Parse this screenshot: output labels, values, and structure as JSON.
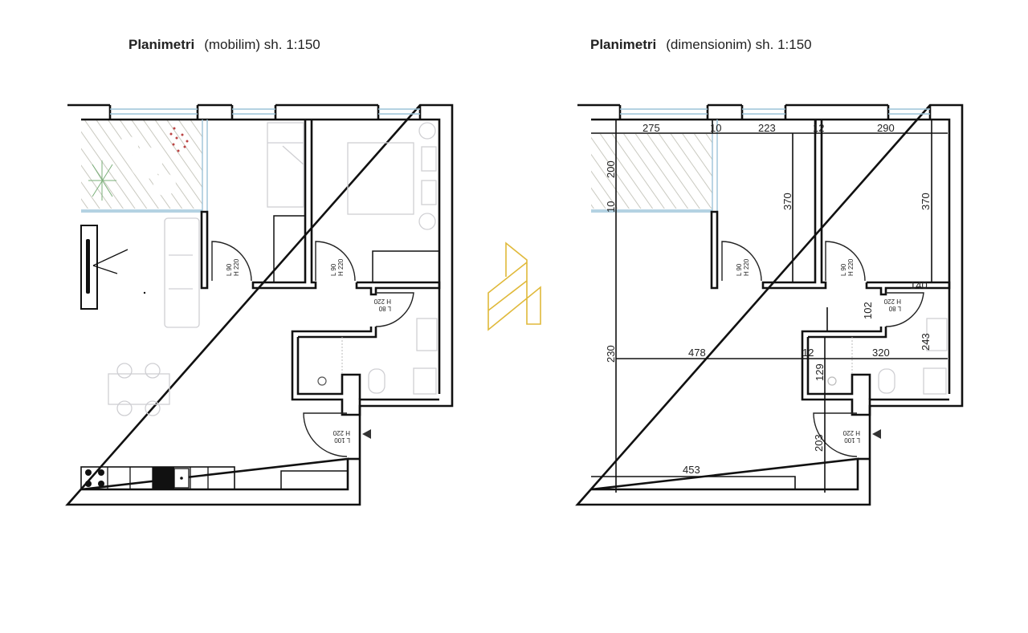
{
  "left_plan": {
    "title_bold": "Planimetri",
    "title_rest": "(mobilim) sh. 1:150",
    "doors": [
      {
        "l": "L 90",
        "h": "H 220"
      },
      {
        "l": "L 90",
        "h": "H 220"
      },
      {
        "l": "L 80",
        "h": "H 220"
      },
      {
        "l": "L 100",
        "h": "H 220"
      }
    ]
  },
  "right_plan": {
    "title_bold": "Planimetri",
    "title_rest": "(dimensionim) sh. 1:150",
    "doors": [
      {
        "l": "L 90",
        "h": "H 220"
      },
      {
        "l": "L 90",
        "h": "H 220"
      },
      {
        "l": "L 80",
        "h": "H 220"
      },
      {
        "l": "L 100",
        "h": "H 220"
      }
    ],
    "dimensions": {
      "top": [
        "275",
        "10",
        "223",
        "12",
        "290"
      ],
      "left": [
        "200",
        "10",
        "230"
      ],
      "room1_height": "370",
      "room2_height": "370",
      "middle": [
        "478",
        "12",
        "320"
      ],
      "hall_102": "102",
      "bath_140": "140",
      "bath_243": "243",
      "bath_129": "129",
      "entry_203": "203",
      "kitchen_453": "453"
    }
  },
  "colors": {
    "logo": "#e0b93a",
    "window": "#9cc3d8",
    "wall": "#111111"
  }
}
